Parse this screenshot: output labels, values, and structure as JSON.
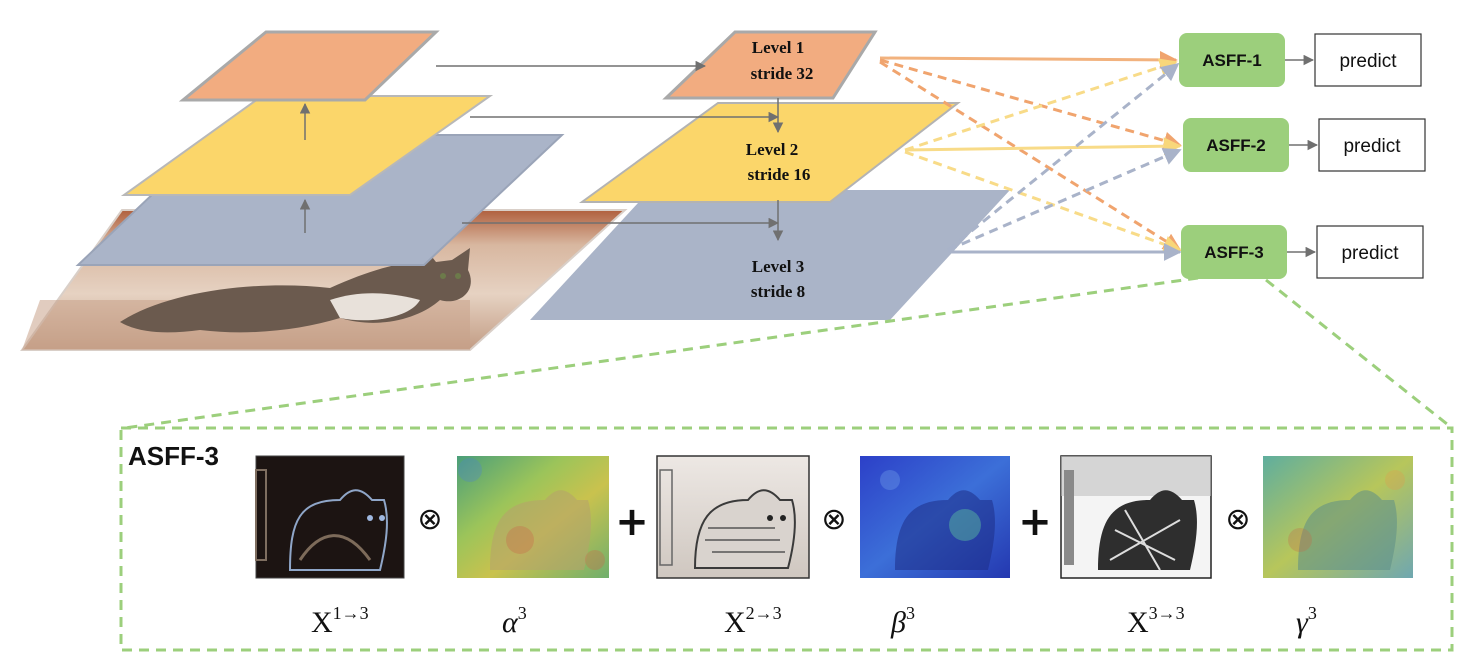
{
  "levels": [
    {
      "title": "Level 1",
      "stride": "stride 32",
      "color": "#F2AC80"
    },
    {
      "title": "Level 2",
      "stride": "stride 16",
      "color": "#FBD66A"
    },
    {
      "title": "Level 3",
      "stride": "stride 8",
      "color": "#AAB4C8"
    }
  ],
  "asff_nodes": [
    "ASFF-1",
    "ASFF-2",
    "ASFF-3"
  ],
  "predict_label": "predict",
  "colors": {
    "asff_fill": "#9CCF7C",
    "dashed_border": "#9CCF7C",
    "level1": "#F2AC80",
    "level2": "#FBD66A",
    "level3": "#AAB4C8"
  },
  "detail": {
    "title": "ASFF-3",
    "times_symbol": "⊗",
    "plus_symbol": "+",
    "terms": [
      {
        "feature_base": "X",
        "feature_sup": "1→3",
        "weight_base": "α",
        "weight_sup": "3"
      },
      {
        "feature_base": "X",
        "feature_sup": "2→3",
        "weight_base": "β",
        "weight_sup": "3"
      },
      {
        "feature_base": "X",
        "feature_sup": "3→3",
        "weight_base": "γ",
        "weight_sup": "3"
      }
    ]
  },
  "images": [
    {
      "name": "cat-photo",
      "icon": "cat-image"
    },
    {
      "name": "feature-map-x13",
      "icon": "edge-map-image"
    },
    {
      "name": "weight-map-alpha",
      "icon": "heatmap-image"
    },
    {
      "name": "feature-map-x23",
      "icon": "sketch-image"
    },
    {
      "name": "weight-map-beta",
      "icon": "heatmap-image"
    },
    {
      "name": "feature-map-x33",
      "icon": "noise-map-image"
    },
    {
      "name": "weight-map-gamma",
      "icon": "heatmap-image"
    }
  ]
}
